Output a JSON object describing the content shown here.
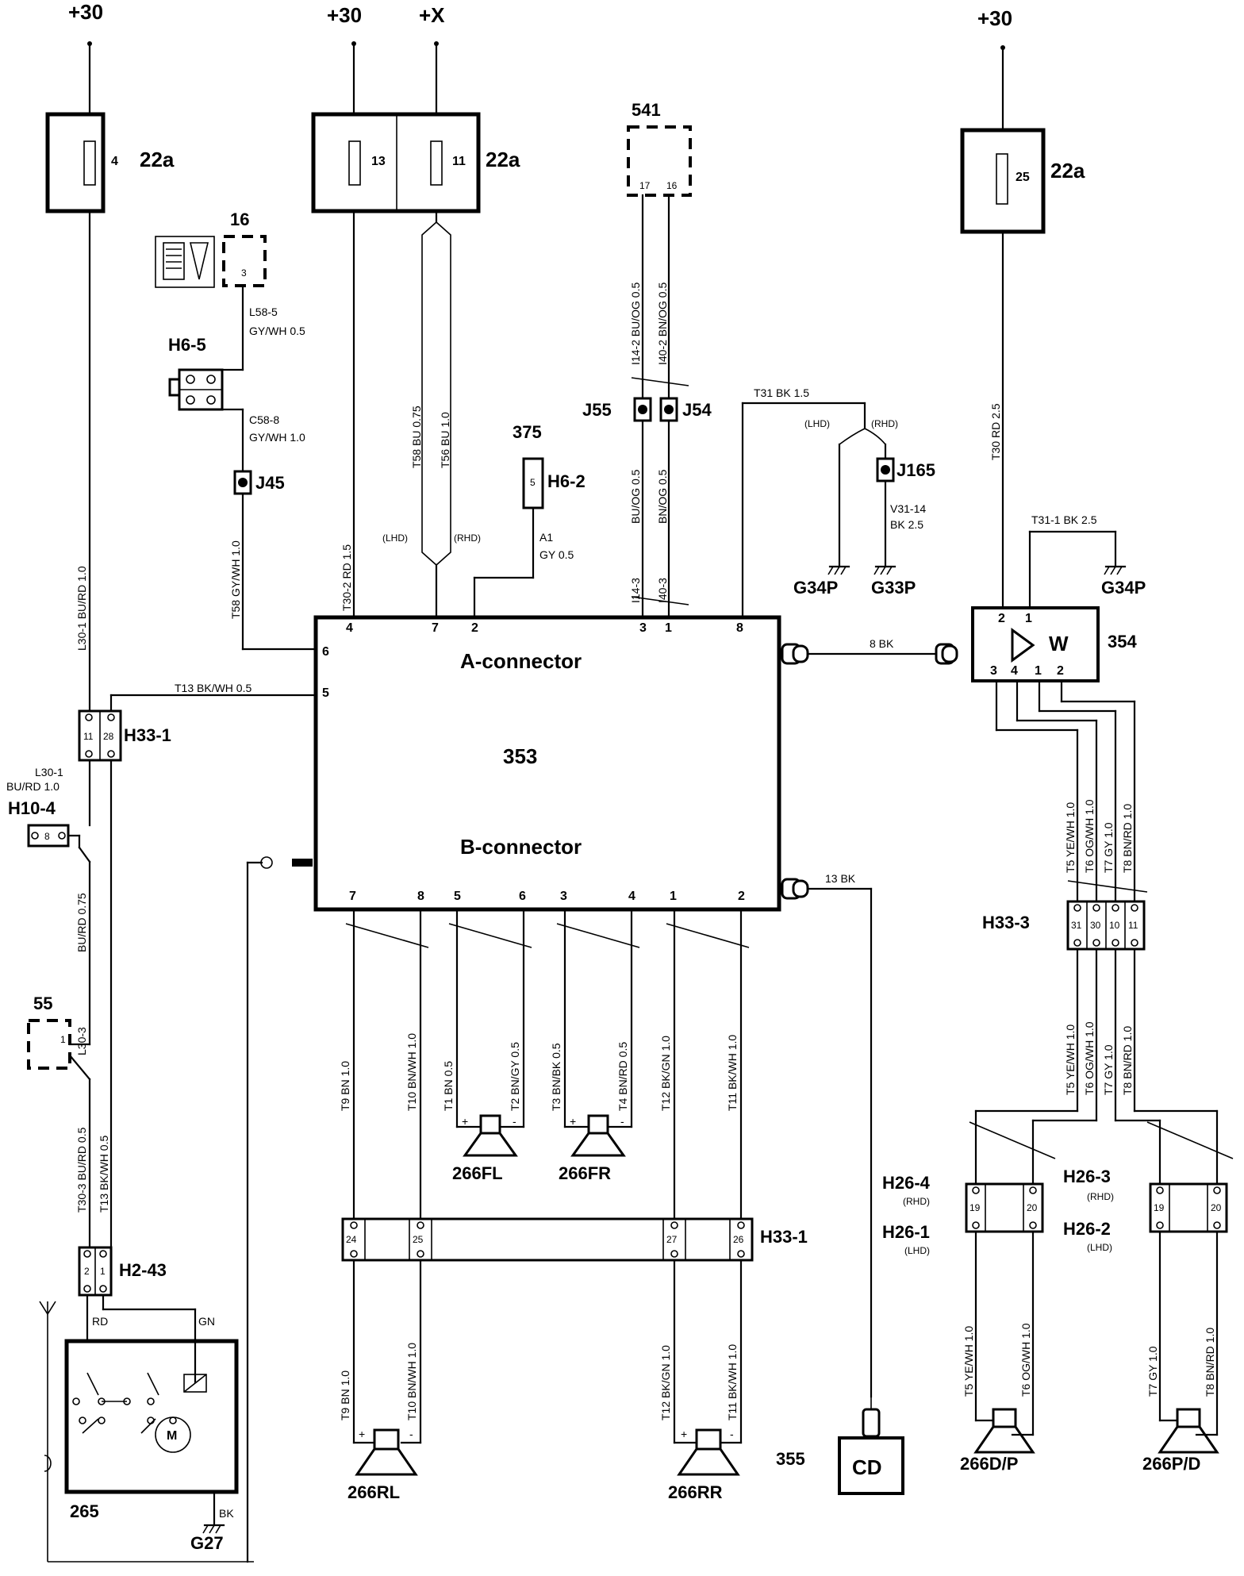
{
  "supplies": {
    "p30": "+30",
    "px": "+X"
  },
  "fuse_box_label": "22a",
  "fuses": {
    "f4": "4",
    "f13": "13",
    "f11": "11",
    "f25": "25"
  },
  "units": {
    "u541": "541",
    "u541_pin17": "17",
    "u541_pin16": "16",
    "u16": "16",
    "u16_pin": "3",
    "u375": "375",
    "u353": "353",
    "a_connector": "A-connector",
    "b_connector": "B-connector",
    "u354": "354",
    "u354_w": "W",
    "u55": "55",
    "u55_pin": "1",
    "u265": "265",
    "u355": "355",
    "cd": "CD"
  },
  "connectors": {
    "h6_5": "H6-5",
    "h6_2": "H6-2",
    "h6_2_pin": "5",
    "h33_1": "H33-1",
    "h33_1_p11": "11",
    "h33_1_p28": "28",
    "h33_1_p24": "24",
    "h33_1_p25": "25",
    "h33_1_p27": "27",
    "h33_1_p26": "26",
    "h10_4": "H10-4",
    "h10_4_pin": "8",
    "h2_43": "H2-43",
    "h2_43_p2": "2",
    "h2_43_p1": "1",
    "h33_3": "H33-3",
    "h33_3_p31": "31",
    "h33_3_p30": "30",
    "h33_3_p10": "10",
    "h33_3_p11": "11",
    "h26_4": "H26-4",
    "h26_3": "H26-3",
    "h26_1": "H26-1",
    "h26_2": "H26-2",
    "h26_p19": "19",
    "h26_p20": "20"
  },
  "splices": {
    "j45": "J45",
    "j55": "J55",
    "j54": "J54",
    "j165": "J165"
  },
  "grounds": {
    "g34p": "G34P",
    "g33p": "G33P",
    "g27": "G27"
  },
  "pins353": {
    "a4": "4",
    "a7": "7",
    "a2": "2",
    "a3": "3",
    "a1": "1",
    "a8": "8",
    "a6": "6",
    "a5": "5",
    "b7": "7",
    "b8": "8",
    "b5": "5",
    "b6": "6",
    "b3": "3",
    "b4": "4",
    "b1": "1",
    "b2": "2"
  },
  "pins354": {
    "p2": "2",
    "p1": "1",
    "p3": "3",
    "p4": "4",
    "p1b": "1",
    "p2b": "2"
  },
  "wires": {
    "l30_1": "L30-1  BU/RD 1.0",
    "l30_1b": "L30-1",
    "l30_1c": "BU/RD 1.0",
    "bu_rd_075": "BU/RD 0.75",
    "l30_3": "L30-3",
    "t30_3": "T30-3  BU/RD 0.5",
    "t13": "T13  BK/WH 0.5",
    "t13_top": "T13  BK/WH 0.5",
    "l58_5": "L58-5",
    "gy_wh_05": "GY/WH  0.5",
    "c58_8": "C58-8",
    "gy_wh_10": "GY/WH  1.0",
    "t58": "T58  GY/WH  1.0",
    "t30_2": "T30-2  RD 1.5",
    "t58_bu": "T58 BU 0.75",
    "t56_bu": "T56 BU 1.0",
    "lhd": "(LHD)",
    "rhd": "(RHD)",
    "a1": "A1",
    "gy_05": "GY  0.5",
    "i14_2": "I14-2  BU/OG 0.5",
    "i40_2": "I40-2  BN/OG 0.5",
    "bu_og_05": "BU/OG 0.5",
    "bn_og_05": "BN/OG 0.5",
    "i14_3": "I14-3",
    "i40_3": "I40-3",
    "bu_og_05b": "BU/OG 0.5",
    "bn_og_05b": "BN/OG 0.5",
    "t31": "T31  BK  1.5",
    "v31_14": "V31-14",
    "bk_25": "BK 2.5",
    "t30_rd": "T30  RD 2.5",
    "t31_1": "T31-1  BK 2.5",
    "w8bk": "8  BK",
    "w13bk": "13 BK",
    "t5": "T5  YE/WH 1.0",
    "t6": "T6  OG/WH 1.0",
    "t7": "T7  GY  1.0",
    "t8": "T8  BN/RD 1.0",
    "t9": "T9  BN 1.0",
    "t10": "T10  BN/WH 1.0",
    "t1": "T1  BN 0.5",
    "t2": "T2  BN/GY 0.5",
    "t3": "T3  BN/BK 0.5",
    "t4": "T4  BN/RD 0.5",
    "t12": "T12  BK/GN 1.0",
    "t11": "T11  BK/WH 1.0",
    "rd": "RD",
    "gn": "GN",
    "bk": "BK"
  },
  "speakers": {
    "fl": "266FL",
    "fr": "266FR",
    "rl": "266RL",
    "rr": "266RR",
    "dp": "266D/P",
    "pd": "266P/D",
    "plus": "+",
    "minus": "-"
  }
}
